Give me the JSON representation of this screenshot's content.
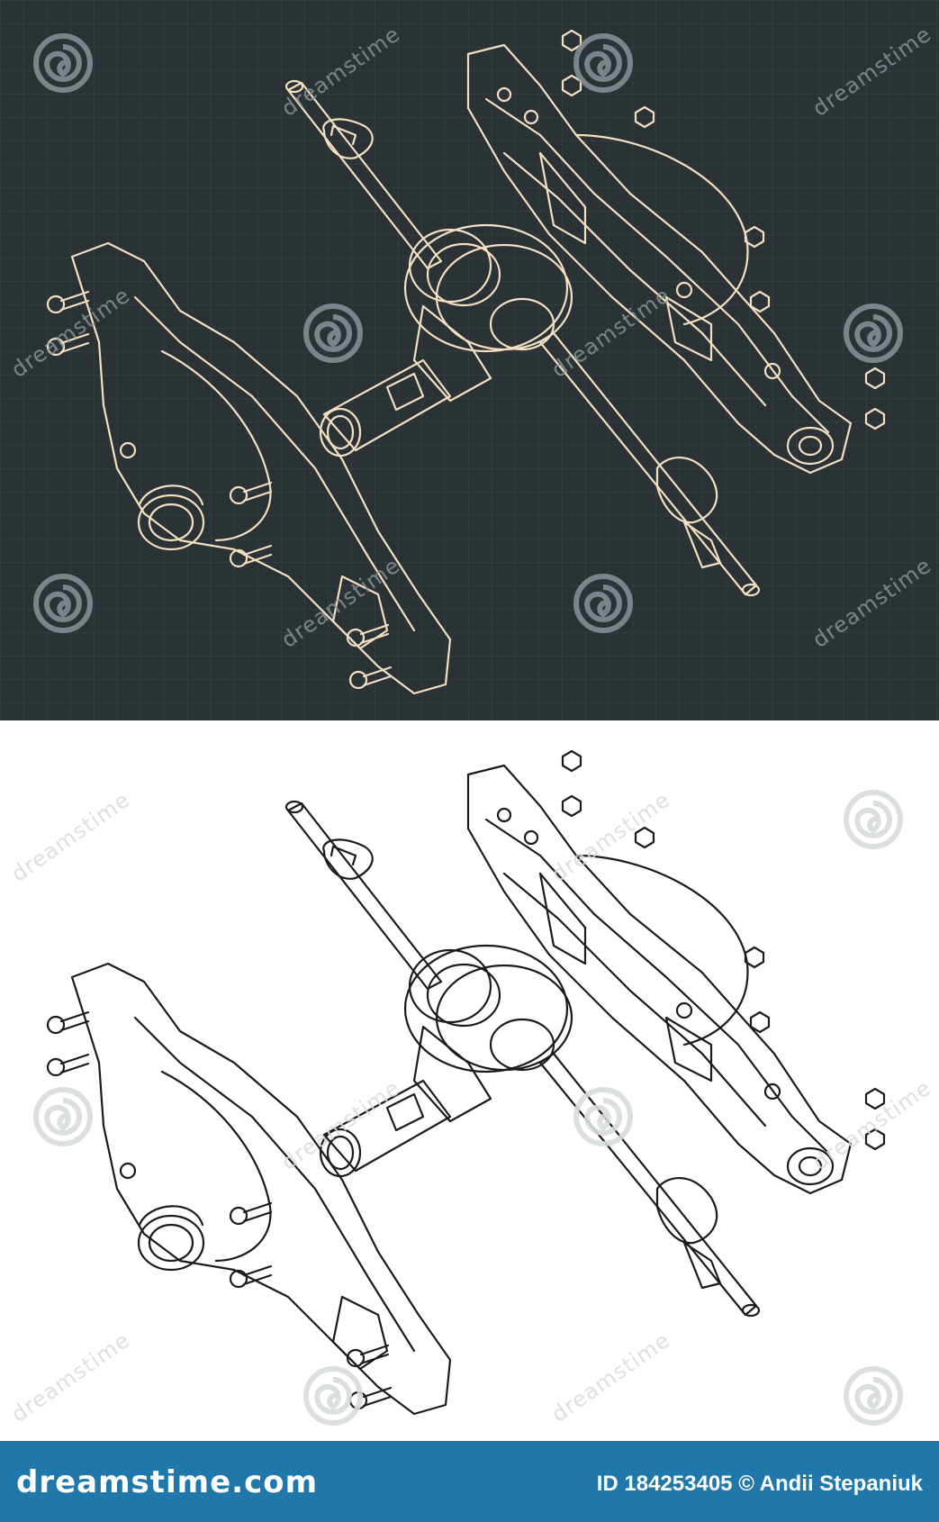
{
  "watermark": {
    "text": "dreamstime",
    "logo": "spiral-logo"
  },
  "colors": {
    "dark_background": "#2a3236",
    "dark_grid": "#39464b",
    "dark_line": "#f4dfc0",
    "light_background": "#ffffff",
    "light_line": "#1b1b1b",
    "footer_background": "#1f78a9",
    "footer_text": "#ffffff"
  },
  "footer": {
    "brand": "dreamstime.com",
    "image_id": "ID 184253405",
    "copyright": "© Andii Stepaniuk"
  }
}
